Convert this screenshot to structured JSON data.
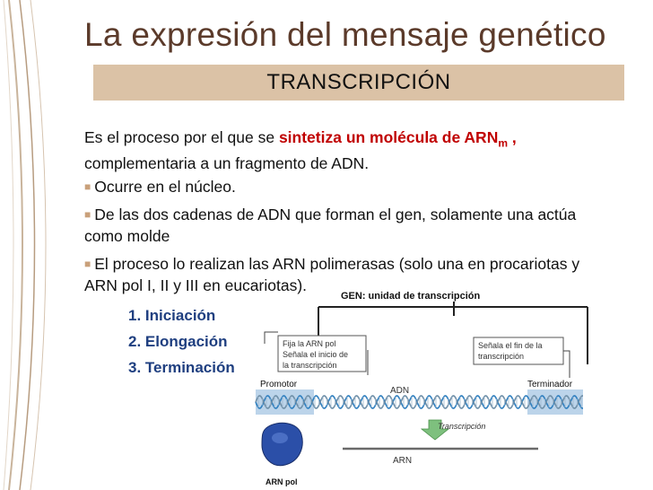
{
  "title": "La expresión del mensaje genético",
  "subtitle": "TRANSCRIPCIÓN",
  "intro": {
    "before": "Es el proceso por el que se ",
    "highlight": "sintetiza un molécula de ARN",
    "subscript": "m",
    "after_sub": " ,",
    "line2": "complementaria a un fragmento de ADN."
  },
  "bullets": [
    "Ocurre en el núcleo.",
    "De las dos cadenas de ADN que forman el gen, solamente una actúa como molde",
    "El proceso lo realizan las ARN polimerasas (solo una en procariotas y ARN pol I, II y III en eucariotas)."
  ],
  "steps": [
    "1. Iniciación",
    "2. Elongación",
    "3. Terminación"
  ],
  "diagram": {
    "gen_label": "GEN: unidad de transcripción",
    "box_left": [
      "Fija la ARN pol",
      "Señala el inicio de",
      "la transcripción"
    ],
    "box_right": [
      "Señala el fin de la",
      "transcripción"
    ],
    "promotor": "Promotor",
    "terminador": "Terminador",
    "adn": "ADN",
    "transcripcion": "Transcripción",
    "arn": "ARN",
    "arn_pol": "ARN pol"
  },
  "colors": {
    "title": "#5b3a2a",
    "band": "#dbc2a6",
    "highlight": "#c00000",
    "steps": "#1f3f80",
    "dna": "#2f7fbf"
  }
}
